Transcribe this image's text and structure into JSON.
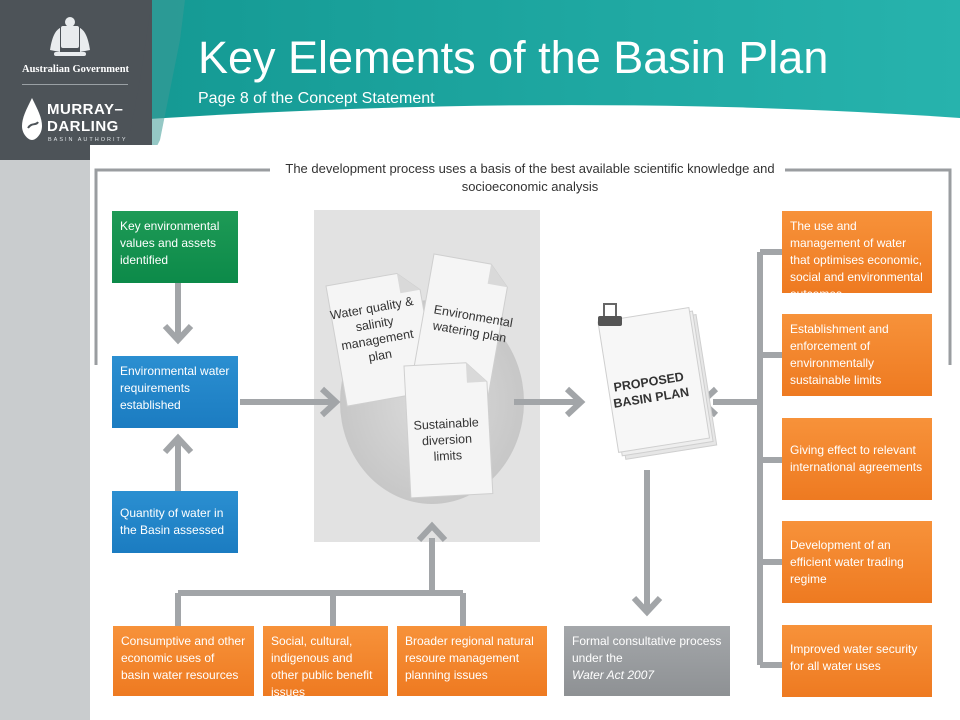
{
  "header": {
    "title": "Key Elements of the Basin Plan",
    "subtitle": "Page 8 of the Concept Statement",
    "gov_text": "Australian Government",
    "mdba_line1": "MURRAY–",
    "mdba_line2": "DARLING",
    "mdba_line3": "BASIN AUTHORITY"
  },
  "diagram": {
    "heading": "The development process uses a basis of the best available scientific knowledge and socioeconomic analysis",
    "left_boxes": [
      "Key environmental values and assets identified",
      "Environmental water requirements established",
      "Quantity of water in the Basin assessed"
    ],
    "documents": {
      "water_quality": "Water quality & salinity management plan",
      "environmental_watering": "Environmental watering plan",
      "sustainable_diversion": "Sustainable diversion limits"
    },
    "proposed_basin_plan": "PROPOSED BASIN PLAN",
    "bottom_boxes": [
      "Consumptive and other economic uses of basin water resources",
      "Social, cultural, indigenous and other public benefit issues",
      "Broader regional natural resoure management planning issues"
    ],
    "consultation": {
      "text": "Formal consultative process under the",
      "act": "Water Act 2007"
    },
    "right_boxes": [
      "The use and management of water that optimises economic, social and environmental outcomes",
      "Establishment and enforcement of environmentally sustainable limits",
      "Giving effect to relevant international agreements",
      "Development of an efficient water trading regime",
      "Improved water security  for all water uses"
    ]
  },
  "colors": {
    "green": "#0c8a49",
    "blue": "#1b7cc1",
    "orange": "#ee7a21",
    "grey": "#8e9194",
    "teal_header": "#1aa7a3",
    "connector": "#a2a5a8"
  }
}
